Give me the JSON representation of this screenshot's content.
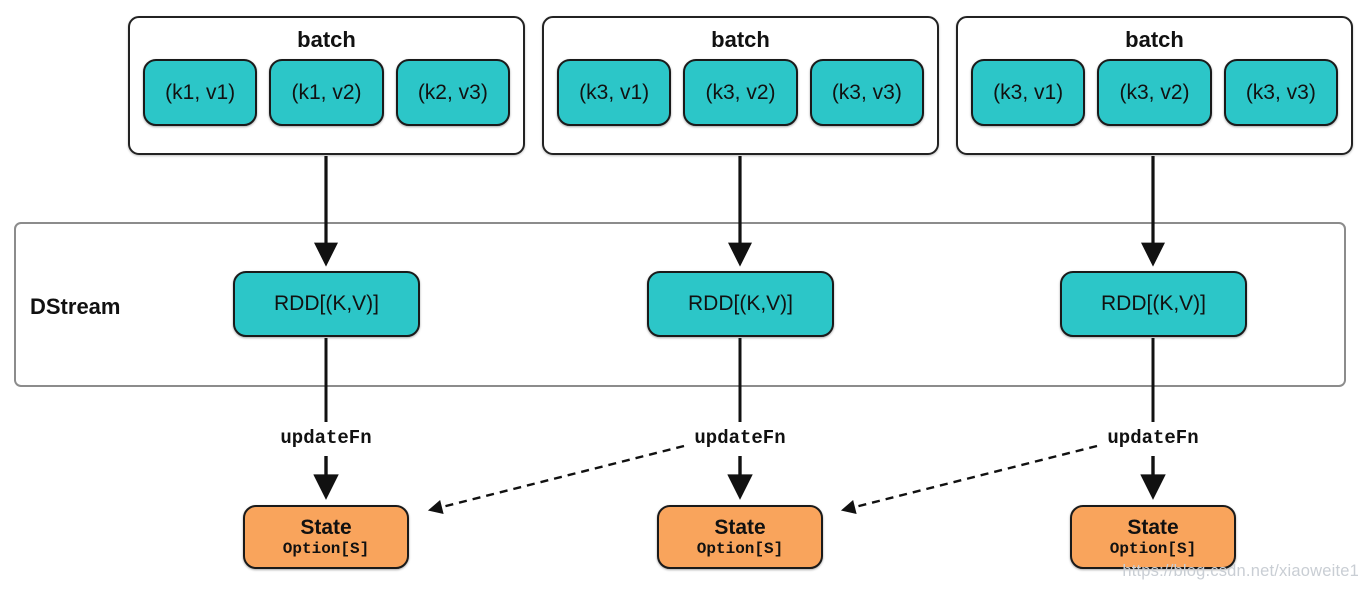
{
  "diagram": {
    "dstream_label": "DStream",
    "columns": [
      {
        "batch_label": "batch",
        "tuples": [
          "(k1, v1)",
          "(k1, v2)",
          "(k2, v3)"
        ],
        "rdd_label": "RDD[(K,V)]",
        "update_fn_label": "updateFn",
        "state_title": "State",
        "state_subtitle": "Option[S]"
      },
      {
        "batch_label": "batch",
        "tuples": [
          "(k3, v1)",
          "(k3, v2)",
          "(k3, v3)"
        ],
        "rdd_label": "RDD[(K,V)]",
        "update_fn_label": "updateFn",
        "state_title": "State",
        "state_subtitle": "Option[S]"
      },
      {
        "batch_label": "batch",
        "tuples": [
          "(k3, v1)",
          "(k3, v2)",
          "(k3, v3)"
        ],
        "rdd_label": "RDD[(K,V)]",
        "update_fn_label": "updateFn",
        "state_title": "State",
        "state_subtitle": "Option[S]"
      }
    ],
    "colors": {
      "rdd_fill": "#2cc6c8",
      "state_fill": "#f9a45c",
      "node_border": "#1a1a1a",
      "dstream_border": "#8c8c8c",
      "arrow": "#111111",
      "watermark": "#c9ced4"
    },
    "watermark": "https://blog.csdn.net/xiaoweite1"
  }
}
